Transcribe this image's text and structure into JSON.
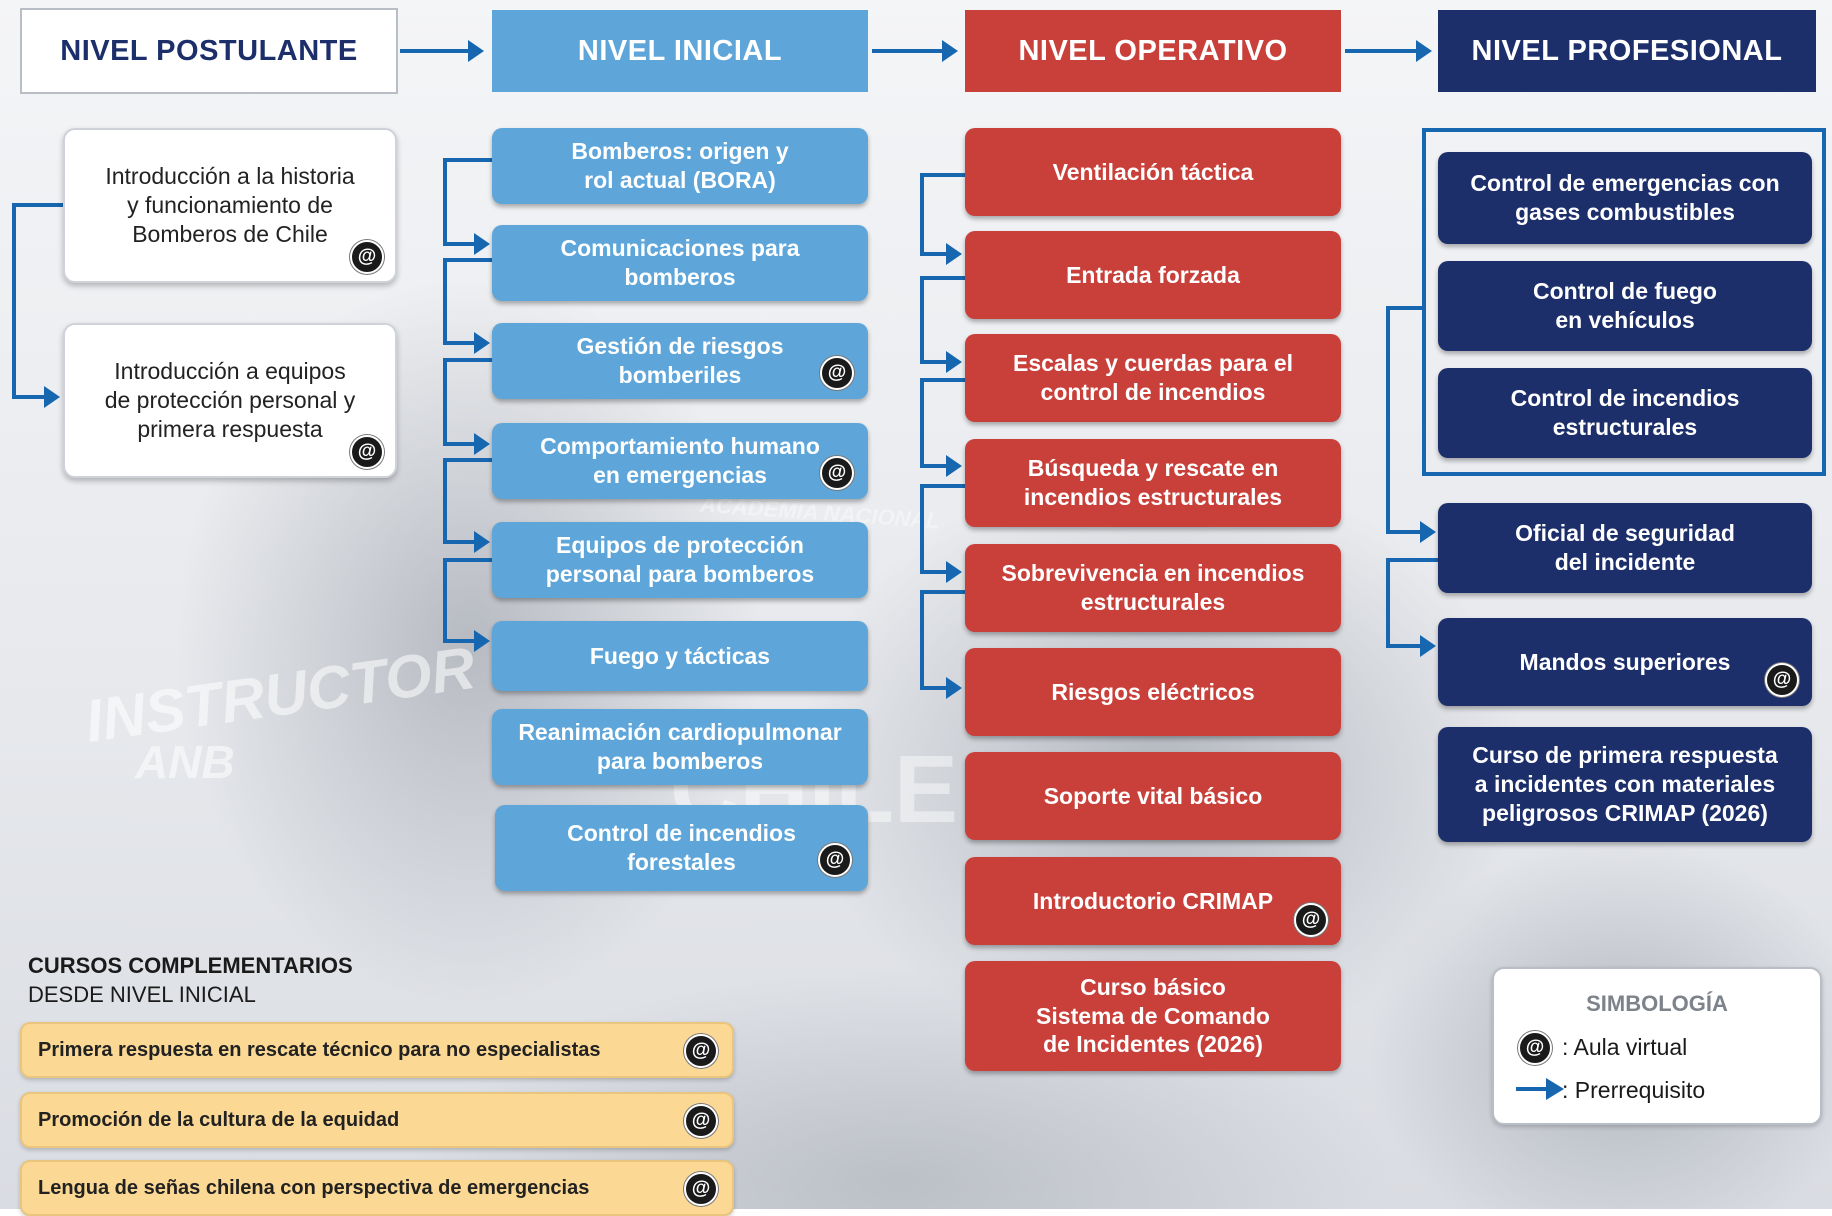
{
  "levels": {
    "postulante": "NIVEL POSTULANTE",
    "inicial": "NIVEL INICIAL",
    "operativo": "NIVEL OPERATIVO",
    "profesional": "NIVEL PROFESIONAL"
  },
  "postulante_courses": [
    {
      "label": "Introducción a la historia\ny funcionamiento de\nBomberos de Chile",
      "virtual": true
    },
    {
      "label": "Introducción a equipos\nde protección personal y\nprimera respuesta",
      "virtual": true
    }
  ],
  "inicial_courses": [
    {
      "label": "Bomberos: origen y\nrol actual (BORA)",
      "virtual": false
    },
    {
      "label": "Comunicaciones para\nbomberos",
      "virtual": false
    },
    {
      "label": "Gestión de riesgos\nbomberiles",
      "virtual": true
    },
    {
      "label": "Comportamiento humano\nen emergencias",
      "virtual": true
    },
    {
      "label": "Equipos de protección\npersonal para bomberos",
      "virtual": false
    },
    {
      "label": "Fuego y tácticas",
      "virtual": false
    },
    {
      "label": "Reanimación cardiopulmonar\npara bomberos",
      "virtual": false
    },
    {
      "label": "Control de incendios\nforestales",
      "virtual": true
    }
  ],
  "operativo_courses": [
    {
      "label": "Ventilación táctica",
      "virtual": false
    },
    {
      "label": "Entrada forzada",
      "virtual": false
    },
    {
      "label": "Escalas y cuerdas para el\ncontrol de incendios",
      "virtual": false
    },
    {
      "label": "Búsqueda y rescate en\nincendios estructurales",
      "virtual": false
    },
    {
      "label": "Sobrevivencia en incendios\nestructurales",
      "virtual": false
    },
    {
      "label": "Riesgos eléctricos",
      "virtual": false
    },
    {
      "label": "Soporte vital básico",
      "virtual": false
    },
    {
      "label": "Introductorio CRIMAP",
      "virtual": true
    },
    {
      "label": "Curso básico\nSistema de Comando\nde Incidentes (2026)",
      "virtual": false
    }
  ],
  "profesional_courses": [
    {
      "label": "Control de emergencias con\ngases combustibles",
      "virtual": false
    },
    {
      "label": "Control de fuego\nen vehículos",
      "virtual": false
    },
    {
      "label": "Control de incendios\nestructurales",
      "virtual": false
    },
    {
      "label": "Oficial de seguridad\ndel incidente",
      "virtual": false
    },
    {
      "label": "Mandos superiores",
      "virtual": true
    },
    {
      "label": "Curso de primera respuesta\na incidentes con materiales\npeligrosos CRIMAP (2026)",
      "virtual": false
    }
  ],
  "complementarios": {
    "title": "CURSOS COMPLEMENTARIOS",
    "subtitle": "DESDE NIVEL INICIAL",
    "courses": [
      {
        "label": "Primera respuesta en rescate técnico para no especialistas",
        "virtual": true
      },
      {
        "label": "Promoción de la cultura de la equidad",
        "virtual": true
      },
      {
        "label": "Lengua de señas chilena con perspectiva de emergencias",
        "virtual": true
      }
    ]
  },
  "legend": {
    "title": "SIMBOLOGÍA",
    "virtual_symbol": "@",
    "virtual_label": ":  Aula virtual",
    "prereq_label": ":  Prerrequisito"
  },
  "background_text": {
    "instructor": "INSTRUCTOR",
    "anb": "ANB",
    "academia": "ACADEMIA NACIONAL",
    "chile": "CHILE"
  },
  "colors": {
    "blue": "#5ea6da",
    "red": "#c9403a",
    "navy": "#1d2f6b",
    "arrow": "#1667b0",
    "yellow": "#fbd893"
  }
}
